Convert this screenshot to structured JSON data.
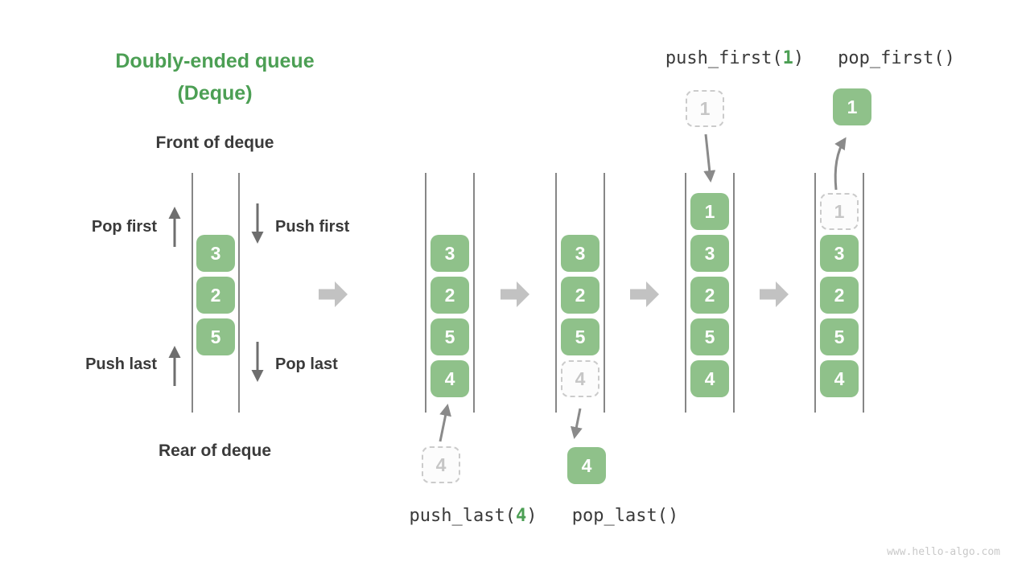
{
  "title": {
    "line1": "Doubly-ended queue",
    "line2": "(Deque)"
  },
  "labels": {
    "front_of_deque": "Front of deque",
    "rear_of_deque": "Rear of deque",
    "pop_first": "Pop first",
    "push_first": "Push first",
    "push_last": "Push last",
    "pop_last": "Pop last"
  },
  "operations": {
    "push_last": {
      "prefix": "push_last(",
      "arg": "4",
      "suffix": ")"
    },
    "pop_last": {
      "label": "pop_last()"
    },
    "push_first": {
      "prefix": "push_first(",
      "arg": "1",
      "suffix": ")"
    },
    "pop_first": {
      "label": "pop_first()"
    }
  },
  "queues": {
    "initial": {
      "cells": [
        "3",
        "2",
        "5"
      ]
    },
    "after_push_last": {
      "cells": [
        "3",
        "2",
        "5",
        "4"
      ]
    },
    "during_pop_last": {
      "cells": [
        "3",
        "2",
        "5"
      ],
      "ghost": "4"
    },
    "after_push_first": {
      "cells": [
        "1",
        "3",
        "2",
        "5",
        "4"
      ]
    },
    "during_pop_first": {
      "ghost": "1",
      "cells": [
        "3",
        "2",
        "5",
        "4"
      ]
    }
  },
  "floating_items": {
    "push_last_incoming": "4",
    "pop_last_removed": "4",
    "push_first_incoming": "1",
    "pop_first_removed": "1"
  },
  "watermark": "www.hello-algo.com",
  "colors": {
    "accent_green": "#4C9F54",
    "cell_green": "#8FC18A",
    "ghost_gray": "#C6C6C6",
    "wall_gray": "#5F5F5F",
    "small_arrow_gray": "#6E6E6E",
    "transition_arrow_gray": "#8A8A8A",
    "big_arrow_gray": "#C2C2C2",
    "text_dark": "#3A3A3A"
  }
}
